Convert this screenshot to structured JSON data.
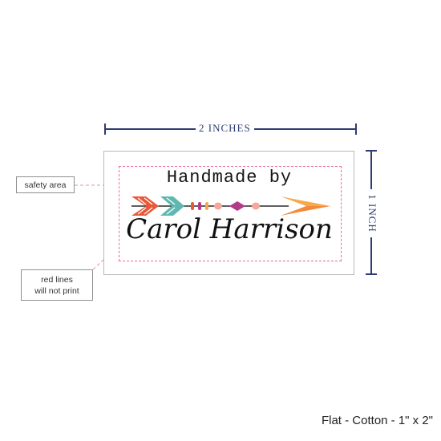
{
  "dimensions": {
    "width_label": "2 INCHES",
    "height_label": "1 INCH"
  },
  "label": {
    "line1": "Handmade by",
    "line2": "Carol Harrison",
    "arrow_graphic": "decorative-arrow"
  },
  "callouts": {
    "safety_area": "safety area",
    "red_lines_1": "red lines",
    "red_lines_2": "will not print"
  },
  "caption": "Flat - Cotton - 1\" x 2\"",
  "colors": {
    "dimension_navy": "#2f3c74",
    "safety_line_pink": "#ef6a8f",
    "callout_leader_red": "#c9344d",
    "feather_orange": "#e8593a",
    "feather_teal": "#5fb8b0",
    "arrowhead_orange": "#f5a94a",
    "bead_magenta": "#b23a8a"
  }
}
